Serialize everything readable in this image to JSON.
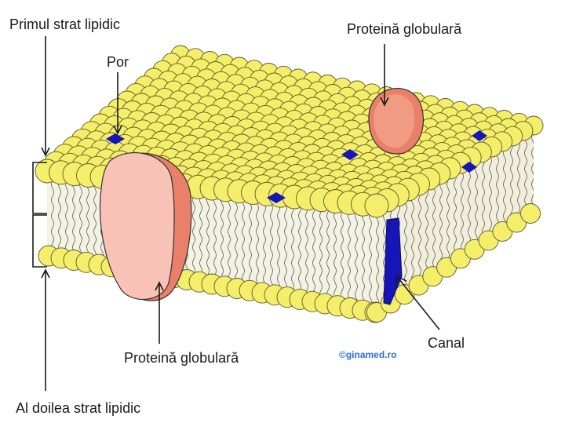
{
  "labels": {
    "top_layer": "Primul strat lipidic",
    "pore": "Por",
    "protein_top": "Proteină globulară",
    "protein_bottom": "Proteină globulară",
    "channel": "Canal",
    "bottom_layer": "Al doilea strat lipidic"
  },
  "watermark": "©ginamed.ro",
  "colors": {
    "lipid_head": "#f5ee6a",
    "lipid_head_outline": "#5a5a2a",
    "membrane_interior": "#f4f2e2",
    "protein_light": "#f9c2b6",
    "protein_dark": "#e9806a",
    "channel": "#1515b8",
    "watermark": "#2a6fd6"
  }
}
